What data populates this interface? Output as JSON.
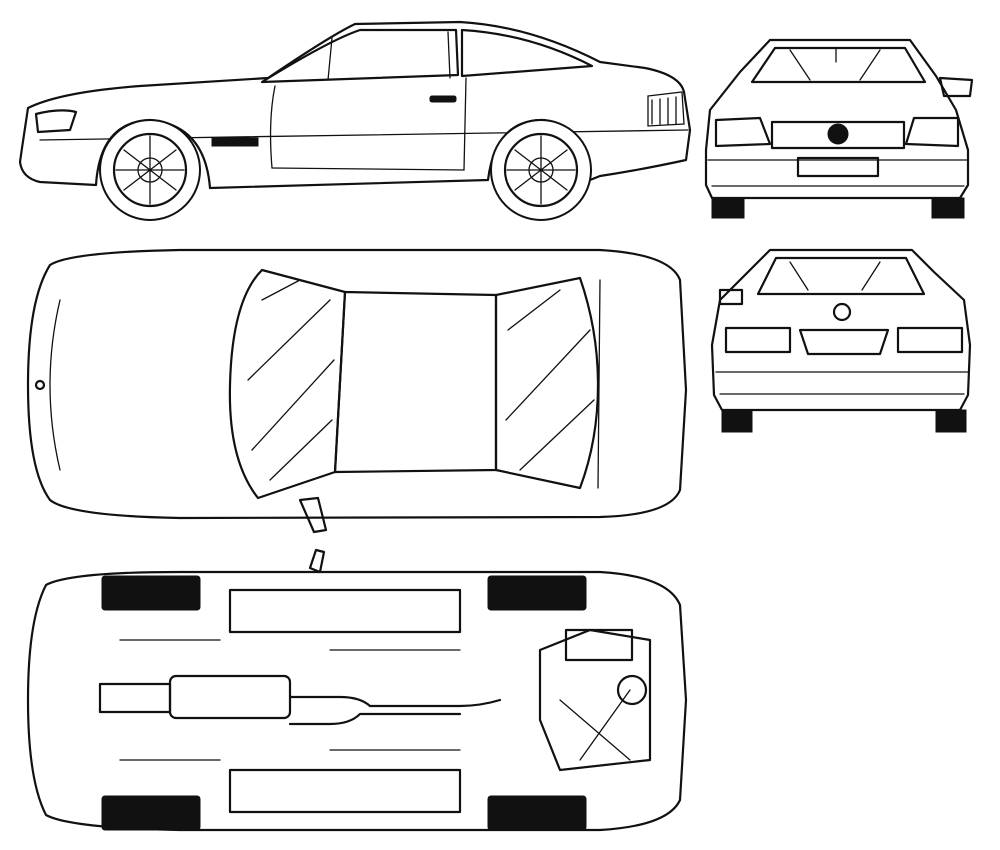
{
  "drawing": {
    "subject": "car",
    "ink_color": "#111111",
    "paper_color": "#ffffff",
    "views": [
      {
        "key": "side",
        "icon": "car-side-view-icon"
      },
      {
        "key": "front",
        "icon": "car-front-view-icon"
      },
      {
        "key": "top",
        "icon": "car-top-view-icon"
      },
      {
        "key": "rear",
        "icon": "car-rear-view-icon"
      },
      {
        "key": "bottom",
        "icon": "car-underside-view-icon"
      }
    ]
  }
}
